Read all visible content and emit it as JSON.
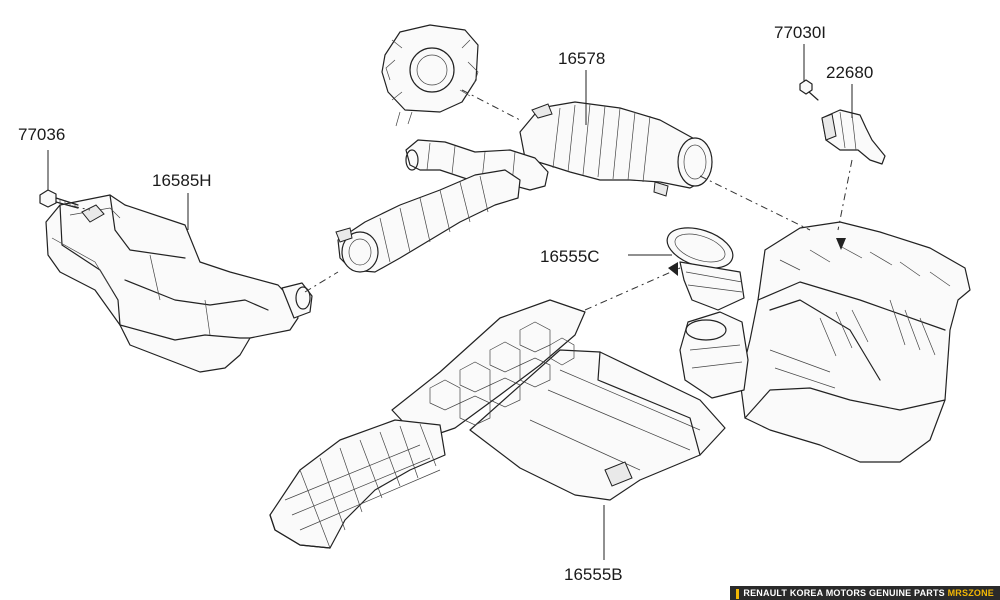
{
  "parts": [
    {
      "id": "p1",
      "number": "77036"
    },
    {
      "id": "p2",
      "number": "16585H"
    },
    {
      "id": "p3",
      "number": "16578"
    },
    {
      "id": "p4",
      "number": "77030I"
    },
    {
      "id": "p5",
      "number": "22680"
    },
    {
      "id": "p6",
      "number": "16555C"
    },
    {
      "id": "p7",
      "number": "16555B"
    }
  ],
  "footer": {
    "text": "RENAULT KOREA MOTORS GENUINE PARTS",
    "brand": "MRSZONE",
    "accent_color": "#f2b705"
  }
}
